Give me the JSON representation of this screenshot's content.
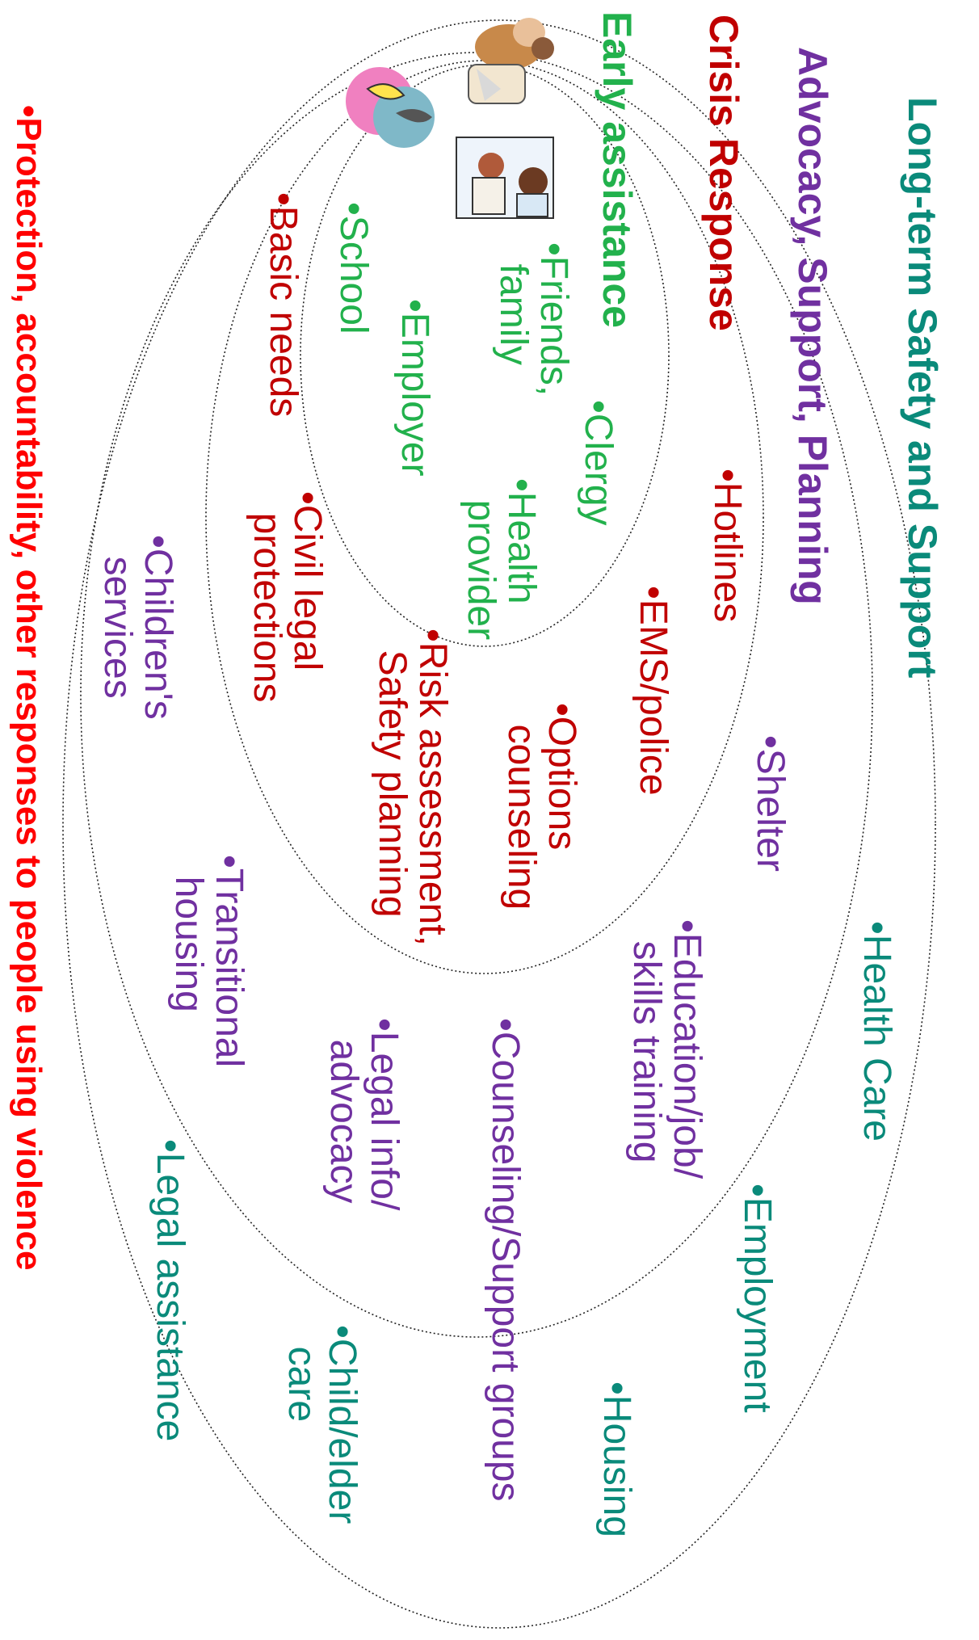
{
  "colors": {
    "long_term": "#0a8a7a",
    "advocacy": "#7030a0",
    "crisis": "#c00000",
    "early": "#22b14c",
    "footer": "#ff0000",
    "ring": "#222222"
  },
  "headings": {
    "long_term": "Long-term Safety and Support",
    "advocacy": "Advocacy, Support, Planning",
    "crisis": "Crisis Response",
    "early": "Early assistance"
  },
  "footer": "•Protection, accountability, other responses to people using violence",
  "long_term_items": {
    "health_care": "•Health Care",
    "employment": "•Employment",
    "housing": "•Housing",
    "child_elder_care": "•Child/elder\n  care",
    "legal_assistance": "•Legal assistance"
  },
  "advocacy_items": {
    "shelter": "•Shelter",
    "education": "•Education/job/\n  skills training",
    "counseling_groups": "•Counseling/Support groups",
    "legal_info": "•Legal info/\n  advocacy",
    "transitional": "•Transitional\n  housing",
    "childrens": "•Children's\n  services"
  },
  "crisis_items": {
    "hotlines": "•Hotlines",
    "ems": "•EMS/police",
    "options": "•Options\n  counseling",
    "risk": "•Risk assessment,\n  Safety planning",
    "civil": "•Civil legal\n  protections",
    "basic": "•Basic needs"
  },
  "early_items": {
    "clergy": "•Clergy",
    "friends": "•Friends,\n  family",
    "health_provider": "•Health\n  provider",
    "employer": "•Employer",
    "school": "•School"
  },
  "icons": [
    "people-talking-icon",
    "counseling-icon",
    "family-help-icon"
  ]
}
